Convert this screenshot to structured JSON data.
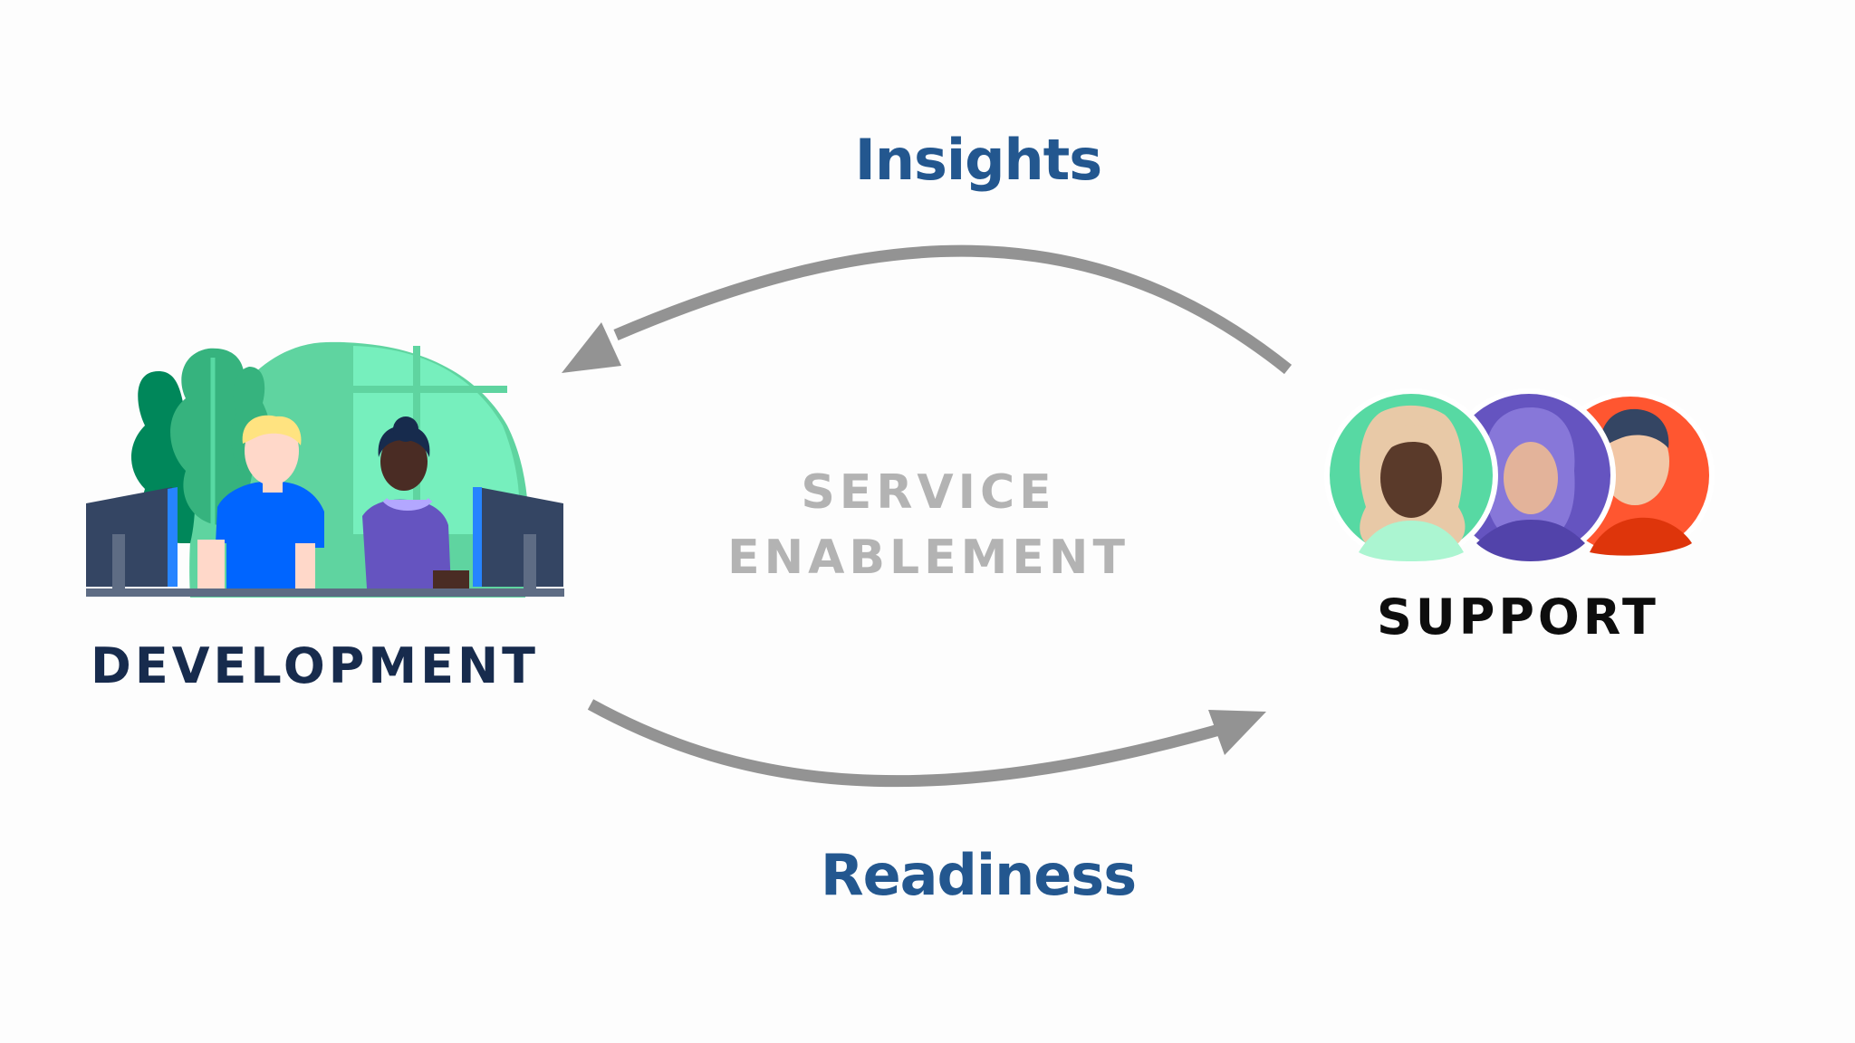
{
  "diagram": {
    "flows": {
      "top": "Insights",
      "bottom": "Readiness"
    },
    "center": {
      "line1": "SERVICE",
      "line2": "ENABLEMENT"
    },
    "nodes": {
      "left": "DEVELOPMENT",
      "right": "SUPPORT"
    }
  },
  "colors": {
    "flow_text": "#23578f",
    "center_text": "#b3b3b3",
    "arrow": "#939393",
    "dev_label": "#172b4d",
    "support_label": "#0d0d0d",
    "dev_scene_green": "#5fd4a0",
    "avatar_green": "#57d9a3",
    "avatar_purple": "#6554c0",
    "avatar_orange": "#ff5630"
  },
  "icons": {
    "dev_scene": "developers-at-desks-illustration",
    "support_team": "support-team-avatars",
    "arrow_top": "curved-arrow-left",
    "arrow_bottom": "curved-arrow-right"
  }
}
